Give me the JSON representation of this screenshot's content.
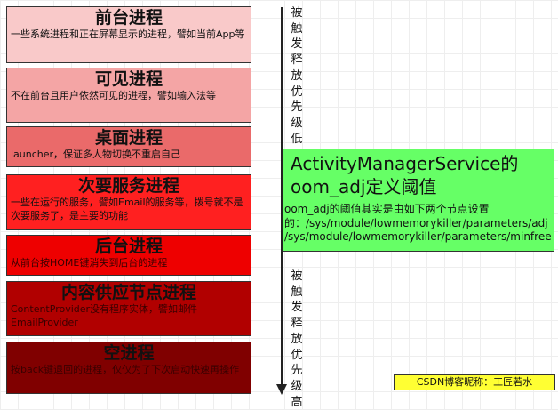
{
  "processes": [
    {
      "title": "前台进程",
      "desc": "一些系统进程和正在屏幕显示的进程，譬如当前App等"
    },
    {
      "title": "可见进程",
      "desc": "不在前台且用户依然可见的进程，譬如输入法等"
    },
    {
      "title": "桌面进程",
      "desc": "launcher，保证多人物切换不重启自己"
    },
    {
      "title": "次要服务进程",
      "desc": "一些在运行的服务，譬如Email的服务等，拨号就不是次要服务了，是主要的功能"
    },
    {
      "title": "后台进程",
      "desc": "从前台按HOME键消失到后台的进程"
    },
    {
      "title": "内容供应节点进程",
      "desc": "ContentProvider没有程序实体，譬如邮件EmailProvider"
    },
    {
      "title": "空进程",
      "desc": "按back键退回的进程，仅仅为了下次启动快速再操作"
    }
  ],
  "axis": {
    "top_text": "被触发释放优先级低",
    "bottom_text": "被触发释放优先级高"
  },
  "oom_box": {
    "title": "ActivityManagerService的oom_adj定义阈值",
    "desc": "oom_adj的阈值其实是由如下两个节点设置的：/sys/module/lowmemorykiller/parameters/adj /sys/module/lowmemorykiller/parameters/minfree"
  },
  "credit": "CSDN博客昵称：工匠若水",
  "colors": {
    "p1": "#f9c9c9",
    "p2": "#f4a5a5",
    "p3": "#ea6a6a",
    "p4": "#ff2020",
    "p5": "#ee0000",
    "p6": "#b10000",
    "p7": "#800000",
    "oom": "#66ff66",
    "credit": "#ffff33"
  }
}
